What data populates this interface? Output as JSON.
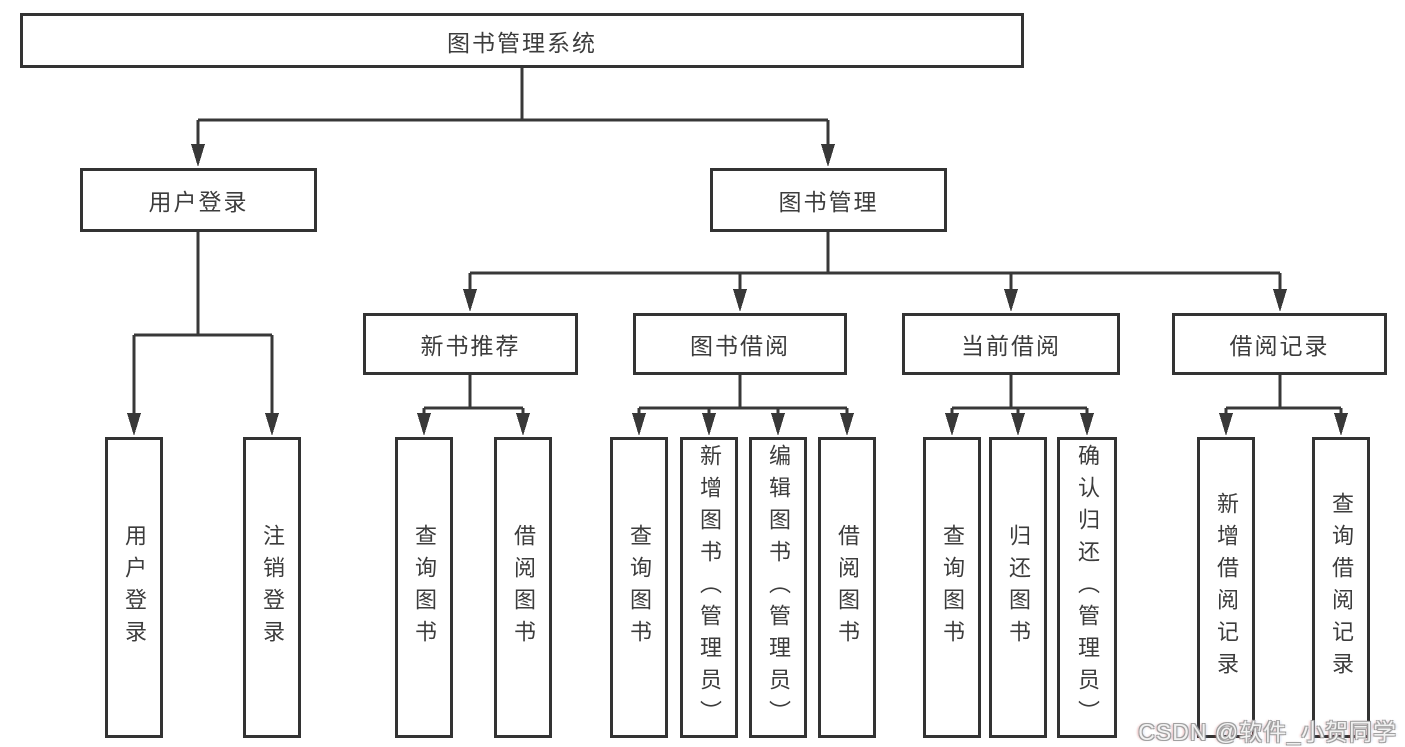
{
  "diagram_title": "图书管理系统",
  "colors": {
    "line": "#383838",
    "box_border": "#333333",
    "text": "#3c3c3c",
    "background": "#ffffff",
    "watermark": "#f2f2f2"
  },
  "nodes": {
    "root": {
      "label": "图书管理系统"
    },
    "user_login": {
      "label": "用户登录"
    },
    "book_management": {
      "label": "图书管理"
    },
    "new_book_recommend": {
      "label": "新书推荐"
    },
    "book_borrow": {
      "label": "图书借阅"
    },
    "current_borrow": {
      "label": "当前借阅"
    },
    "borrow_record": {
      "label": "借阅记录"
    },
    "leaf_user_login": {
      "label": "用户登录"
    },
    "leaf_logout": {
      "label": "注销登录"
    },
    "leaf_query_book_rec": {
      "label": "查询图书"
    },
    "leaf_borrow_book_rec": {
      "label": "借阅图书"
    },
    "leaf_query_book_bb": {
      "label": "查询图书"
    },
    "leaf_add_book": {
      "label": "新增图书（管理员）"
    },
    "leaf_edit_book": {
      "label": "编辑图书（管理员）"
    },
    "leaf_borrow_book_bb": {
      "label": "借阅图书"
    },
    "leaf_query_book_cb": {
      "label": "查询图书"
    },
    "leaf_return_book": {
      "label": "归还图书"
    },
    "leaf_confirm_return": {
      "label": "确认归还（管理员）"
    },
    "leaf_add_record": {
      "label": "新增借阅记录"
    },
    "leaf_query_record": {
      "label": "查询借阅记录"
    }
  },
  "hierarchy": {
    "图书管理系统": {
      "用户登录": [
        "用户登录",
        "注销登录"
      ],
      "图书管理": {
        "新书推荐": [
          "查询图书",
          "借阅图书"
        ],
        "图书借阅": [
          "查询图书",
          "新增图书（管理员）",
          "编辑图书（管理员）",
          "借阅图书"
        ],
        "当前借阅": [
          "查询图书",
          "归还图书",
          "确认归还（管理员）"
        ],
        "借阅记录": [
          "新增借阅记录",
          "查询借阅记录"
        ]
      }
    }
  },
  "watermark": {
    "text": "CSDN @软件_小贺同学"
  }
}
